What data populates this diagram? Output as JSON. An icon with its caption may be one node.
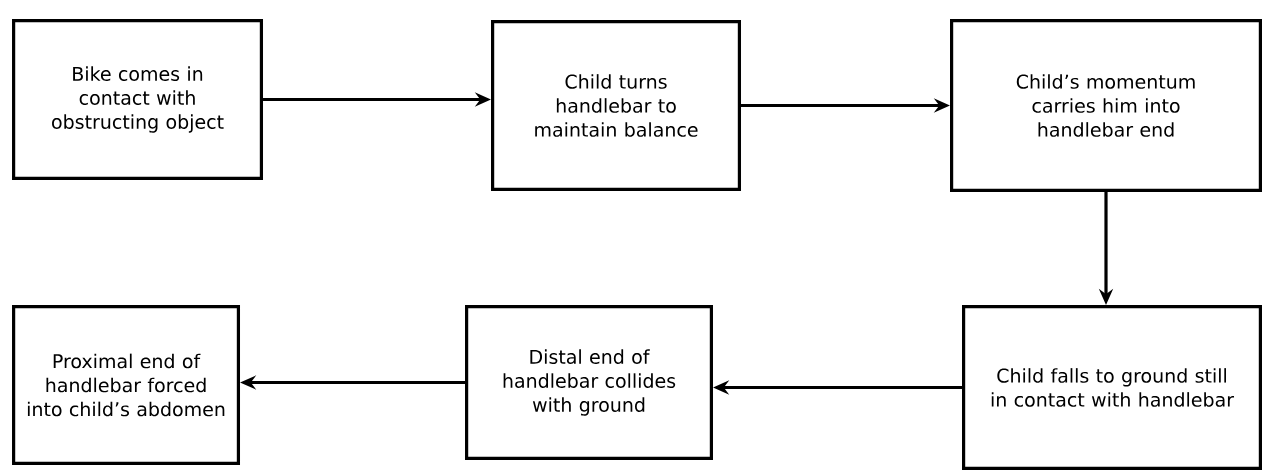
{
  "diagram": {
    "nodes": [
      {
        "text": [
          "Bike comes in contact with obstructing object"
        ]
      },
      {
        "text": [
          "Child turns handlebar to maintain balance"
        ]
      },
      {
        "text": [
          "Child’s momentum carries him into handlebar end"
        ]
      },
      {
        "text": [
          "Child falls to ground still in contact with handlebar"
        ]
      },
      {
        "text": [
          "Distal end of handlebar collides with ground"
        ]
      },
      {
        "text": [
          "Proximal end of handlebar forced into child’s abdomen"
        ]
      }
    ],
    "edges": [
      {
        "from": 0,
        "to": 1,
        "arrow": "to"
      },
      {
        "from": 1,
        "to": 2,
        "arrow": "to"
      },
      {
        "from": 2,
        "to": 3,
        "arrow": "to"
      },
      {
        "from": 3,
        "to": 4,
        "arrow": "to"
      },
      {
        "from": 4,
        "to": 5,
        "arrow": "to"
      }
    ]
  }
}
